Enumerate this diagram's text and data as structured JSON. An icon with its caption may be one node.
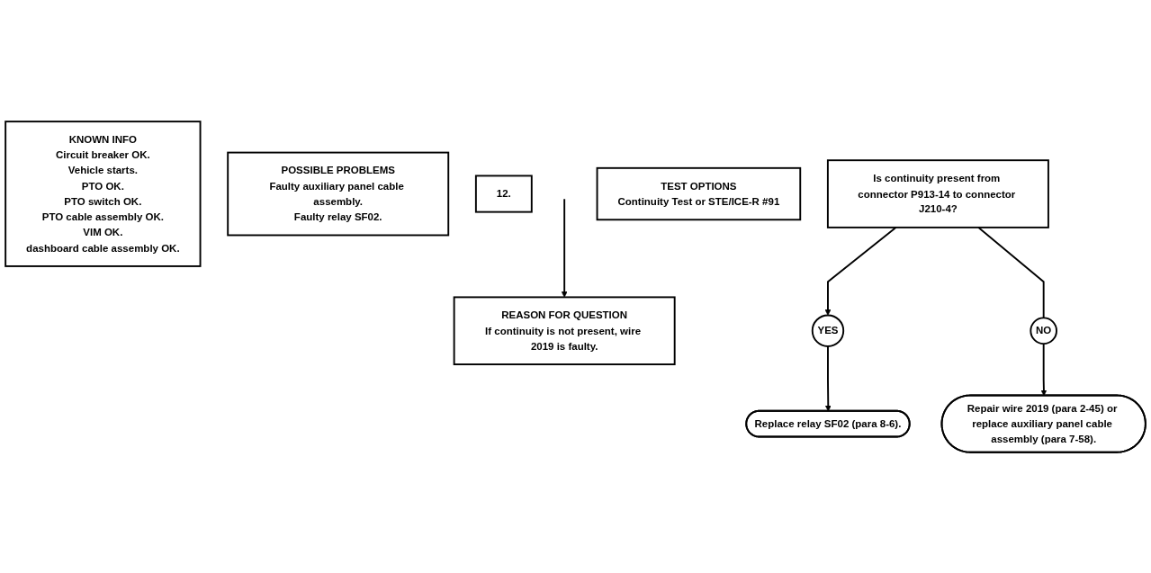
{
  "diagram": {
    "nodes": [
      {
        "text": [
          "KNOWN INFO",
          "Circuit breaker OK.",
          "Vehicle starts.",
          "PTO OK.",
          "PTO switch OK.",
          "PTO cable assembly OK.",
          "VIM OK.",
          "dashboard cable assembly OK."
        ]
      },
      {
        "text": [
          "POSSIBLE PROBLEMS",
          "Faulty auxiliary panel cable assembly.",
          "Faulty relay SF02."
        ]
      },
      {
        "text": [
          "12."
        ]
      },
      {
        "text": [
          "Is continuity present from connector P913-14 to connector J210-4?"
        ]
      },
      {
        "text": [
          "TEST OPTIONS",
          "Continuity Test or STE/ICE-R #91"
        ]
      },
      {
        "text": [
          "REASON FOR QUESTION",
          "If continuity is not present, wire 2019 is faulty."
        ]
      },
      {
        "text": [
          "NO"
        ]
      },
      {
        "text": [
          "Repair wire 2019 (para 2-45) or replace auxiliary panel cable assembly (para 7-58)."
        ]
      },
      {
        "text": [
          "YES"
        ]
      },
      {
        "text": [
          "Replace relay SF02 (para 8-6)."
        ]
      }
    ],
    "edges": [
      {
        "from": 3,
        "to": 8,
        "arrow": "to"
      },
      {
        "from": 3,
        "to": 6,
        "arrow": "none"
      },
      {
        "from": 6,
        "to": 7,
        "arrow": "to"
      },
      {
        "from": 8,
        "to": 9,
        "arrow": "to"
      },
      {
        "from": null,
        "to": 5,
        "arrow": "to"
      }
    ]
  }
}
